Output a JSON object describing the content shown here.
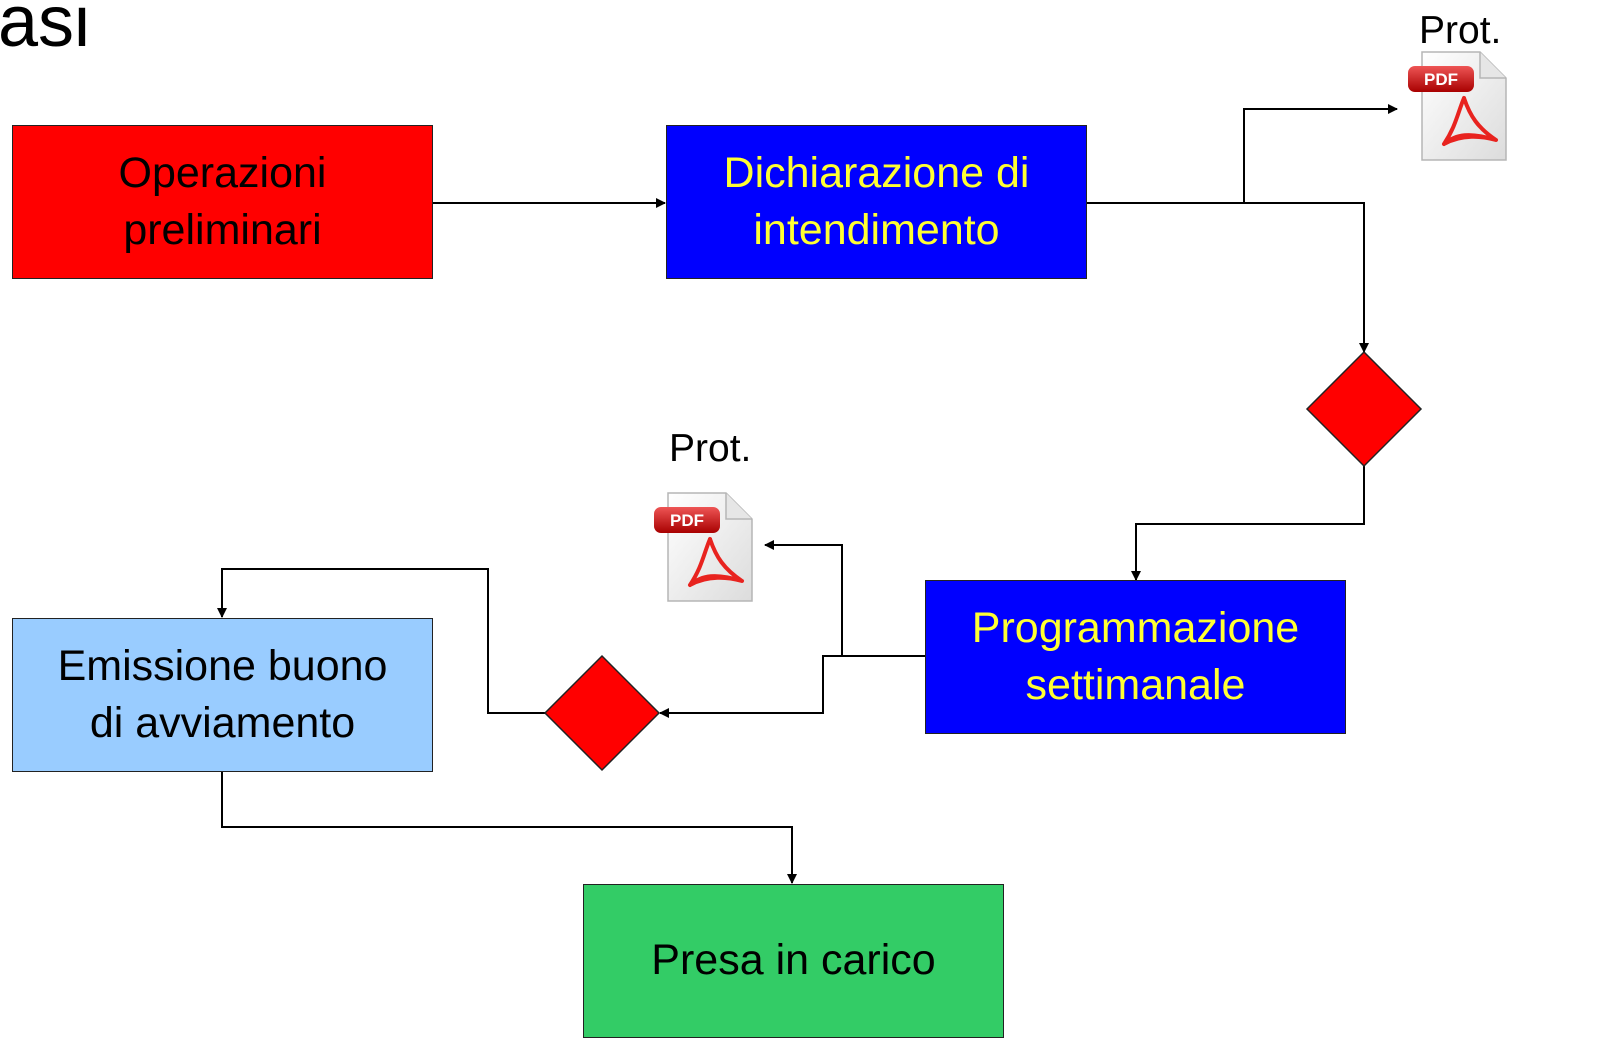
{
  "title": "asi",
  "colors": {
    "red": "#ff0000",
    "blue": "#0000ff",
    "yellow_text": "#ffff33",
    "light_blue": "#99ccff",
    "green": "#33cc66"
  },
  "nodes": {
    "operazioni": {
      "line1": "Operazioni",
      "line2": "preliminari"
    },
    "dichiarazione": {
      "line1": "Dichiarazione di",
      "line2": "intendimento"
    },
    "programmazione": {
      "line1": "Programmazione",
      "line2": "settimanale"
    },
    "emissione": {
      "line1": "Emissione buono",
      "line2": "di avviamento"
    },
    "presa": {
      "label": "Presa in carico"
    }
  },
  "documents": [
    {
      "label": "Prot.",
      "icon": "pdf-icon",
      "badge": "PDF"
    },
    {
      "label": "Prot.",
      "icon": "pdf-icon",
      "badge": "PDF"
    }
  ],
  "decisions": [
    "decision-diamond",
    "decision-diamond"
  ]
}
